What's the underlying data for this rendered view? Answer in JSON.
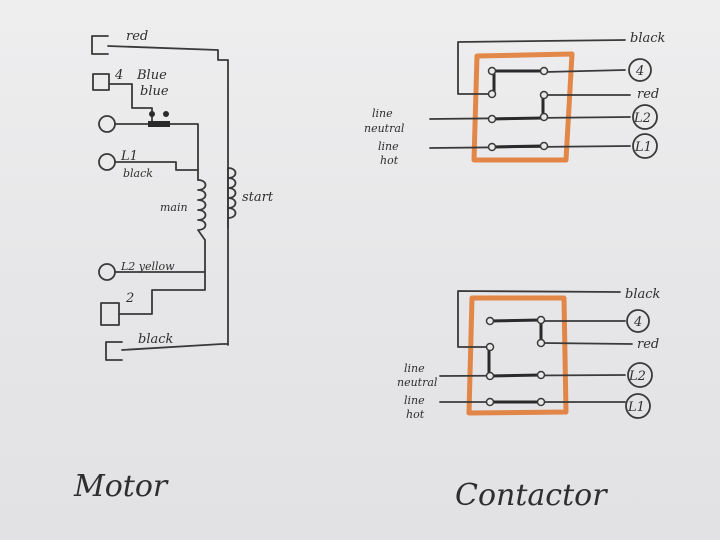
{
  "motor": {
    "title": "Motor",
    "labels": {
      "red": "red",
      "four": "4",
      "blue_a": "Blue",
      "blue_b": "blue",
      "l1": "L1",
      "black_l1": "black",
      "main": "main",
      "start": "start",
      "l2_yellow": "L2 yellow",
      "two": "2",
      "black_bottom": "black"
    }
  },
  "contactor": {
    "title": "Contactor",
    "top": {
      "black": "black",
      "red": "red",
      "line_neutral": [
        "line",
        "neutral"
      ],
      "line_hot": [
        "line",
        "hot"
      ],
      "terminals": [
        "4",
        "L2",
        "L1"
      ]
    },
    "bottom": {
      "black": "black",
      "red": "red",
      "line_neutral": [
        "line",
        "neutral"
      ],
      "line_hot": [
        "line",
        "hot"
      ],
      "terminals": [
        "4",
        "L2",
        "L1"
      ]
    }
  },
  "colors": {
    "ink": "#3a3a3a",
    "highlight": "#e0762a",
    "paper": "#e9e9ea"
  }
}
